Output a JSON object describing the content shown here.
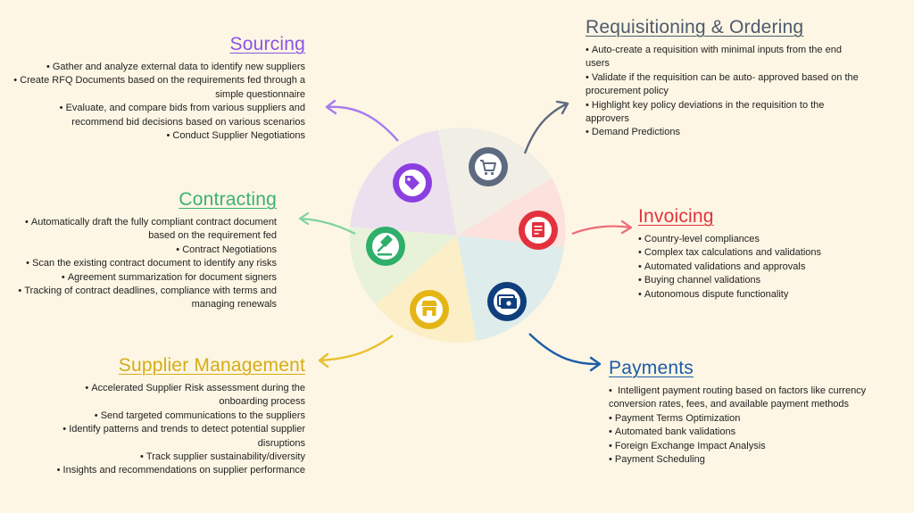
{
  "sourcing": {
    "title": "Sourcing",
    "items": [
      "Gather and analyze external data to identify new suppliers",
      "Create RFQ Documents based on the  requirements fed through a simple questionnaire",
      "Evaluate, and compare bids from various  suppliers and recommend bid decisions based on various scenarios",
      "Conduct Supplier Negotiations"
    ]
  },
  "contracting": {
    "title": "Contracting",
    "items": [
      "Automatically draft the fully compliant contract document based on the requirement fed",
      "Contract Negotiations",
      "Scan the existing contract document to identify any risks",
      "Agreement summarization for document signers",
      "Tracking of contract deadlines, compliance with terms and managing renewals"
    ]
  },
  "supplier_management": {
    "title": "Supplier Management",
    "items": [
      "Accelerated Supplier Risk assessment during the onboarding process",
      "Send targeted communications to the suppliers",
      "Identify patterns and trends to detect potential supplier disruptions",
      "Track supplier sustainability/diversity",
      "Insights and recommendations on supplier performance"
    ]
  },
  "requisitioning": {
    "title": "Requisitioning & Ordering",
    "items": [
      "Auto-create a requisition with minimal inputs from the end users",
      "Validate if the requisition can be auto- approved based on the procurement policy",
      "Highlight key policy deviations in the requisition to the approvers",
      "Demand Predictions"
    ]
  },
  "invoicing": {
    "title": "Invoicing",
    "items": [
      "Country-level compliances",
      "Complex tax calculations and validations",
      "Automated validations and approvals",
      "Buying channel validations",
      "Autonomous dispute functionality"
    ]
  },
  "payments": {
    "title": "Payments",
    "items": [
      " Intelligent payment routing based on factors like currency conversion rates, fees, and available payment methods",
      "Payment Terms Optimization",
      "Automated bank validations",
      "Foreign Exchange Impact Analysis",
      "Payment Scheduling"
    ]
  },
  "wheel": {
    "segments": [
      {
        "name": "requisitioning",
        "fill": "#f1eee6",
        "icon": "shopping-cart-icon",
        "icon_color": "#5e6a80"
      },
      {
        "name": "invoicing",
        "fill": "#fce1dd",
        "icon": "invoice-icon",
        "icon_color": "#e3323d"
      },
      {
        "name": "payments",
        "fill": "#dfecec",
        "icon": "money-icon",
        "icon_color": "#0f3e7c"
      },
      {
        "name": "supplier-management",
        "fill": "#fcefc7",
        "icon": "store-icon",
        "icon_color": "#e4b515"
      },
      {
        "name": "contracting",
        "fill": "#e8f2d8",
        "icon": "gavel-icon",
        "icon_color": "#2eaf6a"
      },
      {
        "name": "sourcing",
        "fill": "#ece0ef",
        "icon": "tag-icon",
        "icon_color": "#8b3fe0"
      }
    ]
  }
}
